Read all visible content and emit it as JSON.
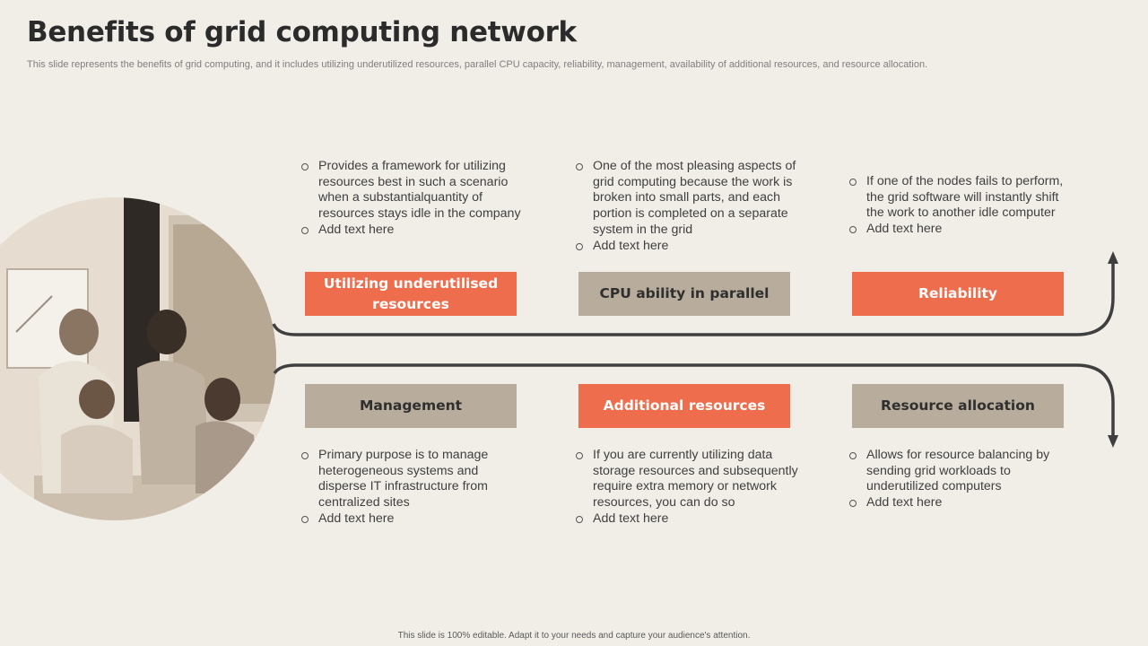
{
  "slide": {
    "title": "Benefits of grid computing network",
    "subtitle": "This slide represents the benefits of grid computing, and it includes utilizing underutilized resources, parallel CPU capacity, reliability, management, availability of additional resources, and resource allocation.",
    "footer": "This slide is 100% editable. Adapt it to your needs and capture your audience's attention."
  },
  "colors": {
    "accent": "#ee6d4d",
    "neutral": "#b8ad9c",
    "connector": "#3f3f3f",
    "background": "#f1eee8"
  },
  "icons": {
    "photo": "team-meeting-photo",
    "up_arrow": "arrow-up-icon",
    "down_arrow": "arrow-down-icon",
    "bullet": "hollow-circle-bullet-icon"
  },
  "benefits": [
    {
      "label": "Utilizing underutilised resources",
      "bullets": [
        "Provides a framework for utilizing resources best in such a scenario when a substantialquantity of resources stays idle in the company",
        "Add text here"
      ]
    },
    {
      "label": "CPU ability in parallel",
      "bullets": [
        "One of the most pleasing aspects of grid computing because the work is broken into small parts, and each portion is completed on a separate system in the grid",
        "Add text here"
      ]
    },
    {
      "label": "Reliability",
      "bullets": [
        "If one of the nodes fails to perform, the grid software will instantly shift the work to another idle computer",
        "Add text here"
      ]
    },
    {
      "label": "Management",
      "bullets": [
        "Primary purpose is to manage heterogeneous systems and disperse IT infrastructure from centralized sites",
        "Add text here"
      ]
    },
    {
      "label": "Additional resources",
      "bullets": [
        "If you are currently utilizing data storage resources and subsequently require extra memory or network resources, you can do so",
        "Add text here"
      ]
    },
    {
      "label": "Resource allocation",
      "bullets": [
        "Allows for resource balancing by sending grid workloads to underutilized computers",
        "Add text here"
      ]
    }
  ]
}
